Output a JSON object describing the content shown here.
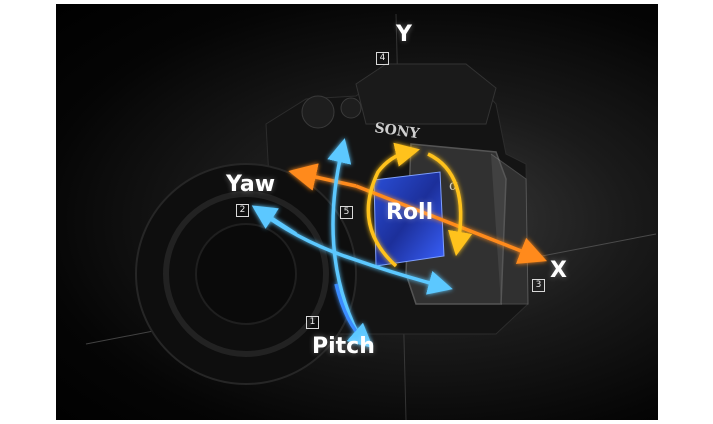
{
  "axes": {
    "y": {
      "letter": "Y",
      "number": "4",
      "color": "#ff8a1a"
    },
    "x": {
      "letter": "X",
      "number": "3",
      "color": "#ff8a1a"
    },
    "yaw": {
      "label": "Yaw",
      "number": "2",
      "color": "#3fb8ff"
    },
    "pitch": {
      "label": "Pitch",
      "number": "1",
      "color": "#3fb8ff"
    },
    "roll": {
      "label": "Roll",
      "number": "5",
      "color": "#ffc21a"
    }
  },
  "camera": {
    "brand_text": "SONY",
    "mark_text": "α"
  },
  "colors": {
    "background": "#000000",
    "frame": "#ffffff"
  }
}
